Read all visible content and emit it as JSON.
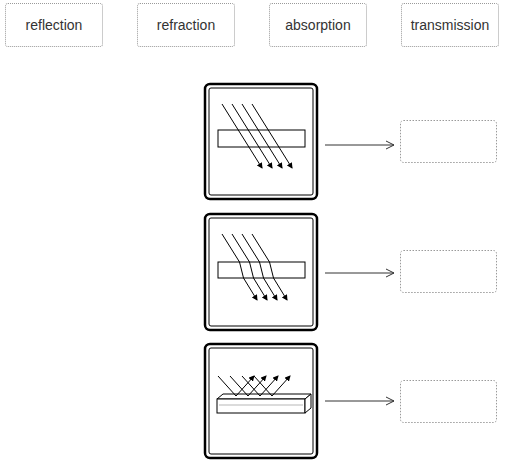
{
  "diagram": {
    "nodes": [
      {
        "text": [
          "reflection"
        ]
      },
      {
        "text": [
          "refraction"
        ]
      },
      {
        "text": [
          "absorption"
        ]
      },
      {
        "text": [
          "transmission"
        ]
      }
    ]
  }
}
